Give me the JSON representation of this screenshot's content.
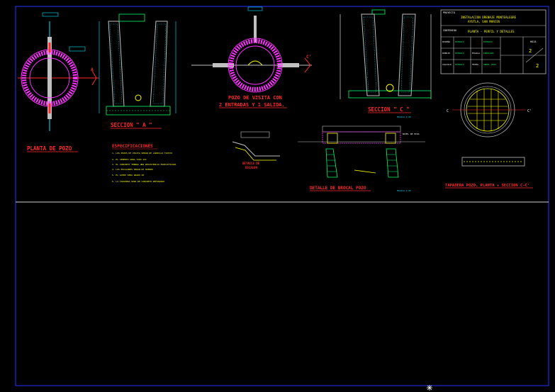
{
  "titles": {
    "planta_pozo": "PLANTA DE POZO",
    "seccion_a": "SECCION \" A \"",
    "pozo_visita_l1": "POZO DE VISITA CON",
    "pozo_visita_l2": "2 ENTRADAS Y 1 SALIDA.",
    "seccion_c": "SECCION \" C \"",
    "detalle_brocal": "DETALLE DE BROCAL POZO",
    "tapaderas": "TAPADERA POZO, PLANTA + SECCION C-C'",
    "detalle_escalon_l1": "DETALLE DE",
    "detalle_escalon_l2": "ESCALON",
    "especificaciones": "ESPECIFICACIONES"
  },
  "spec_lines": [
    "1. LOS POZOS DE VISITA SERAN DE LADRILLO TAYUYO",
    "2. EL CEMENTO SERA TIPO III",
    "3. EL CONCRETO TENDRA UNA RESISTENCIA ESPECIFICADA",
    "4. LOS ESCALONES SERAN DE HIERRO",
    "5. EL ACERO SERA GRADO 40",
    "6. LA TAPADERA SERA DE CONCRETO REFORZADO"
  ],
  "title_block": {
    "header": "PROYECTO",
    "project_l1": "INSTALACION DRENAJE MONTEALEGRE",
    "project_l2": "AYUTLA, SAN MARCOS",
    "contenido_label": "CONTENIDO",
    "contenido": "PLANTA - PERFIL Y DETALLES",
    "rows": [
      {
        "label": "DISEÑO",
        "a": "ESTUDIO",
        "b": "",
        "c": "ESTUDIO"
      },
      {
        "label": "DIBUJO",
        "a": "ESTUDIO",
        "b": "ESCALA",
        "c": "INDICADA"
      },
      {
        "label": "CALCULO",
        "a": "ESTUDIO",
        "b": "FECHA",
        "c": "ABRIL 2012"
      }
    ],
    "hoja_label": "HOJA",
    "hoja_num": "2",
    "hoja_total": "2"
  },
  "labels": {
    "c_right": "C'",
    "c_left": "C",
    "c_small": "C",
    "cp_small": "C'",
    "a_mark": "A",
    "nivel": "NIVEL DE PISO",
    "escala1": "ESCALA 1:25",
    "escala2": "ESCALA 1:25"
  },
  "colors": {
    "border": "#2233ff",
    "separator": "#d0d0d0",
    "title_red": "#ff2a2a",
    "magenta": "#ff33ff",
    "cyan": "#00e5ff",
    "yellow": "#ffff00",
    "green": "#00ff66"
  }
}
